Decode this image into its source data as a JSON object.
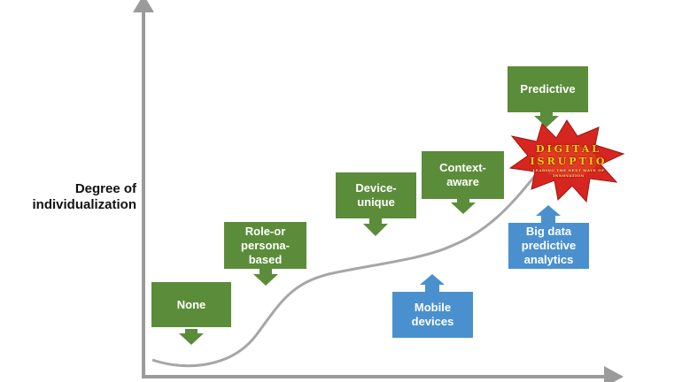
{
  "y_axis_label": "Degree of\nindividualization",
  "stages": [
    {
      "id": "none",
      "label": "None"
    },
    {
      "id": "role",
      "label": "Role-or\npersona-\nbased"
    },
    {
      "id": "device",
      "label": "Device-\nunique"
    },
    {
      "id": "context",
      "label": "Context-\naware"
    },
    {
      "id": "predictive",
      "label": "Predictive"
    }
  ],
  "drivers": [
    {
      "id": "mobile",
      "label": "Mobile\ndevices"
    },
    {
      "id": "bigdata",
      "label": "Big data\npredictive\nanalytics"
    }
  ],
  "disruption_logo": {
    "line1": "DIGITAL",
    "line2": "ISRUPTIO",
    "tagline": "LEADING THE NEXT WAVE OF INNOVATION"
  },
  "colors": {
    "stage_green": "#5b8c3a",
    "driver_blue": "#4a90cf",
    "axis_gray": "#9b9b9b",
    "curve_gray": "#a6a6a6",
    "burst_red": "#d6261f"
  }
}
